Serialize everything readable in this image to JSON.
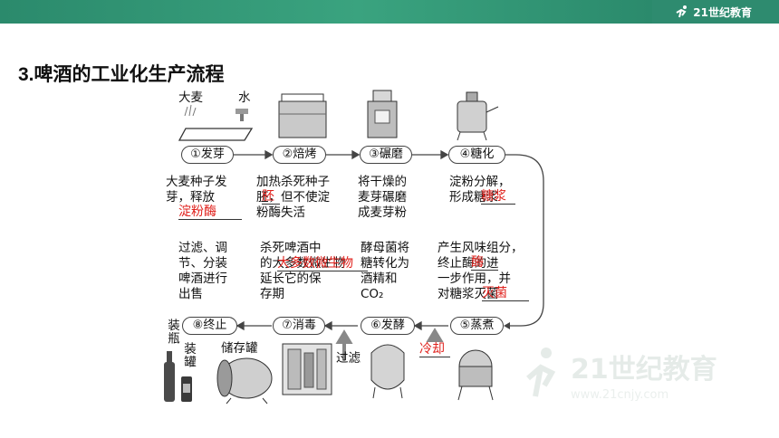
{
  "header": {
    "logo_text": "21世纪教育",
    "bar_color": "#2e8b6f"
  },
  "page": {
    "title": "3.啤酒的工业化生产流程"
  },
  "diagram": {
    "top_labels": {
      "barley": "大麦",
      "water": "水"
    },
    "stages": [
      {
        "label": "①发芽"
      },
      {
        "label": "②焙烤"
      },
      {
        "label": "③碾磨"
      },
      {
        "label": "④糖化"
      },
      {
        "label": "⑤蒸煮"
      },
      {
        "label": "⑥发酵"
      },
      {
        "label": "⑦消毒"
      },
      {
        "label": "⑧终止"
      }
    ],
    "descriptions": {
      "s1": "大麦种子发\n芽，释放",
      "s2": "加热杀死种子\n胚，但不使淀\n粉酶失活",
      "s3": "将干燥的\n麦芽碾磨\n成麦芽粉",
      "s4": "淀粉分解，\n形成糖浆",
      "s5": "产生风味组分，\n终止酶的进\n一步作用，并\n对糖浆灭菌",
      "s6": "酵母菌将\n糖转化为\n酒精和\nCO₂",
      "s7": "杀死啤酒中\n的大多数微生物\n延长它的保\n存期",
      "s8": "过滤、调\n节、分装\n啤酒进行\n出售"
    },
    "answers": {
      "a1": "淀粉酶",
      "a2": "胚",
      "a3": "糖浆",
      "a4": "酶",
      "a5": "灭菌",
      "a6": "大多数微生物",
      "a7": "冷却"
    },
    "bottom_labels": {
      "bottle": "装瓶",
      "can": "装罐",
      "storage_tank": "储存罐",
      "filter": "过滤"
    },
    "answer_color": "#e0211c"
  },
  "watermark": {
    "text": "21世纪教育",
    "url_text": "www.21cnjy.com"
  }
}
